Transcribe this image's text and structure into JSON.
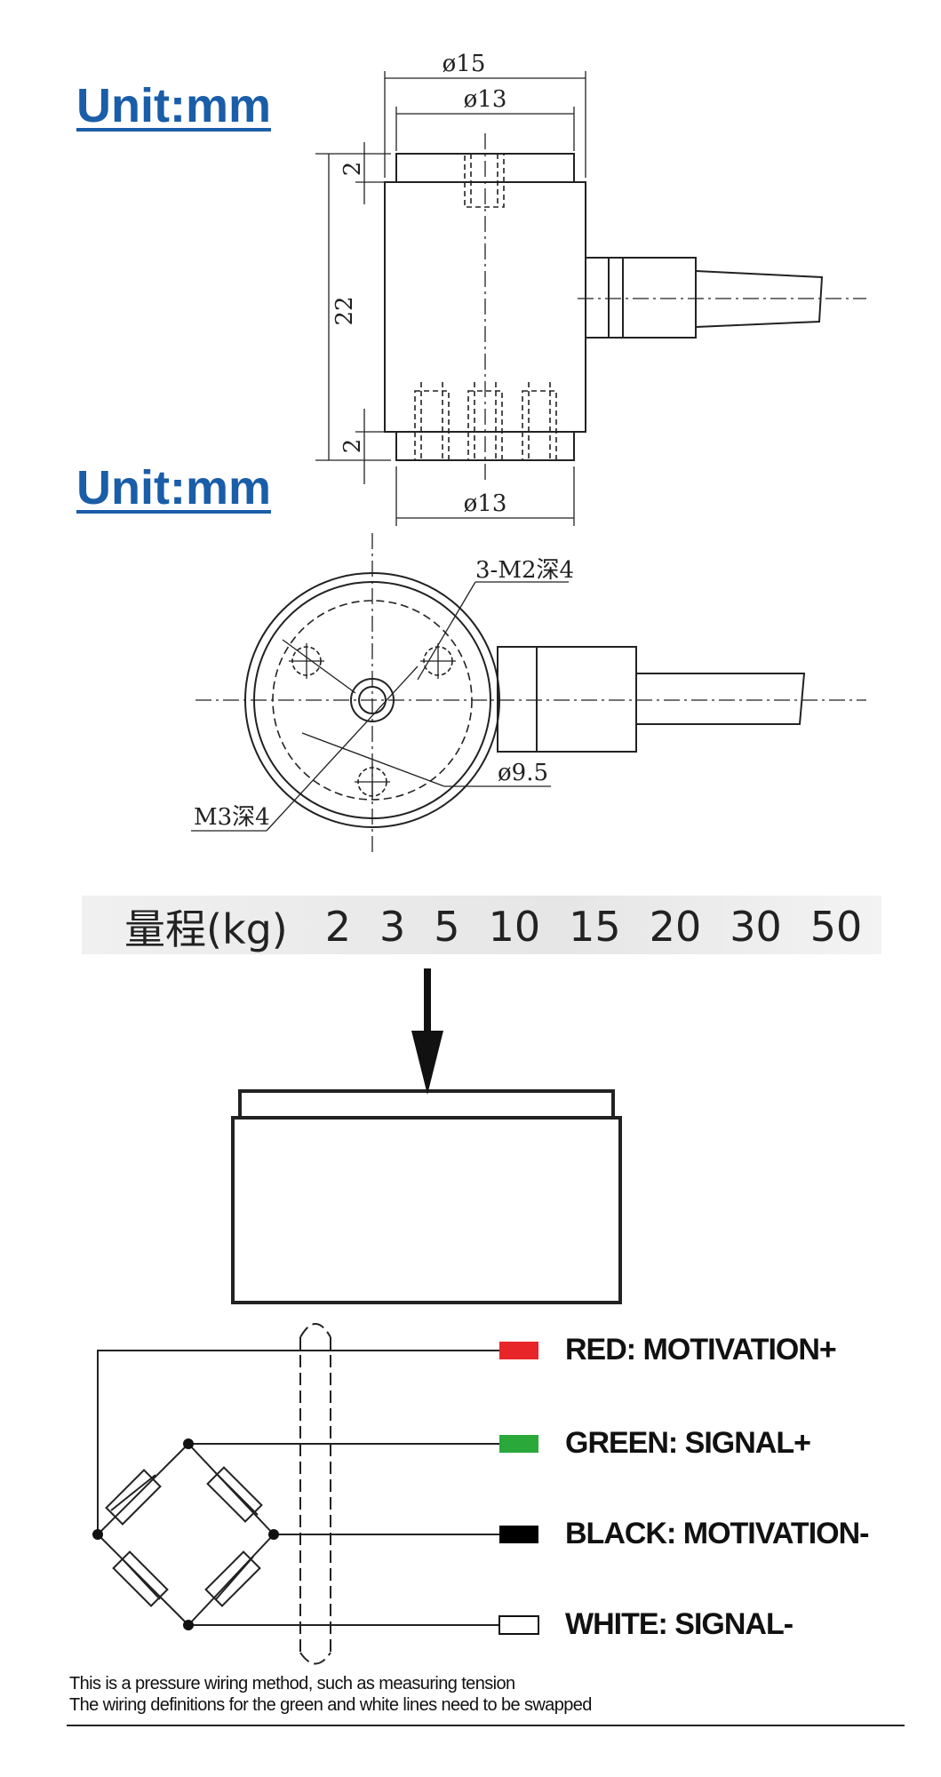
{
  "unit_labels": [
    "Unit:mm",
    "Unit:mm"
  ],
  "side_view": {
    "dims": {
      "outer_dia": "ø15",
      "top_dia": "ø13",
      "bottom_dia": "ø13",
      "height": "22",
      "top_step": "2",
      "bottom_step": "2"
    }
  },
  "top_view": {
    "hole_label": "3-M2深4",
    "center_label": "M3深4",
    "circle_label": "ø9.5"
  },
  "range": {
    "label": "量程(kg)",
    "values": [
      "2",
      "3",
      "5",
      "10",
      "15",
      "20",
      "30",
      "50"
    ]
  },
  "wiring": {
    "wires": [
      {
        "label": "RED: MOTIVATION+",
        "color": "#e8262a"
      },
      {
        "label": "GREEN: SIGNAL+",
        "color": "#2aa83a"
      },
      {
        "label": "BLACK: MOTIVATION-",
        "color": "#000000"
      },
      {
        "label": "WHITE: SIGNAL-",
        "color": "#ffffff"
      }
    ],
    "notes": [
      "This is a pressure wiring method, such as measuring tension",
      "The wiring definitions for the green and white lines need to be swapped"
    ]
  }
}
